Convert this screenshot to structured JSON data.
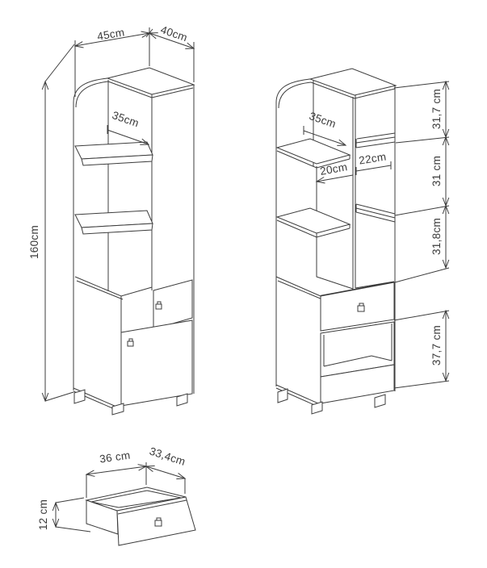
{
  "diagram": {
    "type": "furniture-dimension-drawing",
    "figures": {
      "front_view": {
        "description": "tall cabinet front view with shelves, drawer and door",
        "labels": {
          "width": "45cm",
          "depth": "40cm",
          "height": "160cm",
          "shelf_width": "35cm"
        }
      },
      "section_view": {
        "description": "cabinet with internal column and section heights",
        "labels": {
          "shelf_width": "35cm",
          "left_column": "20cm",
          "right_column": "22cm",
          "top_section": "31,7 cm",
          "middle_section": "31 cm",
          "lower_section": "31,8cm",
          "bottom_opening": "37,7 cm"
        }
      },
      "drawer_view": {
        "description": "drawer box detail",
        "labels": {
          "width": "36 cm",
          "depth": "33,4cm",
          "height": "12 cm"
        }
      }
    },
    "colors": {
      "line": "#3c3c3c",
      "text": "#3a3a3a",
      "background": "#ffffff"
    }
  }
}
